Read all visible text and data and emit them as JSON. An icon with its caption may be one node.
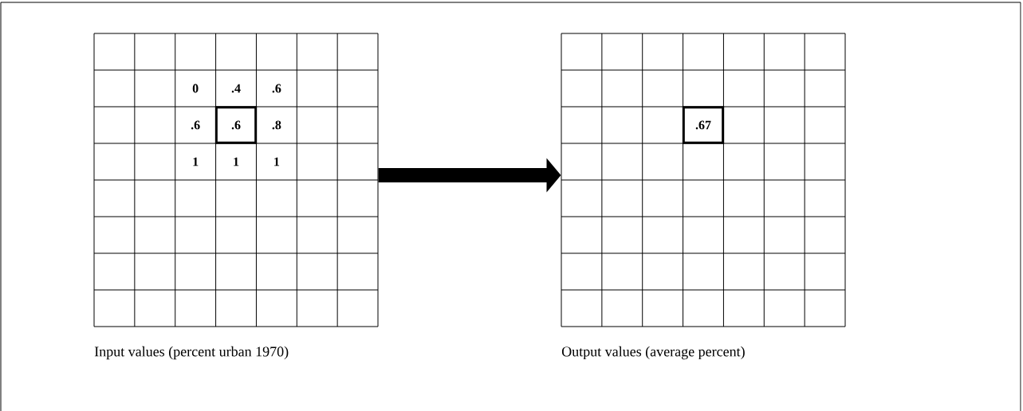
{
  "diagram": {
    "nodes": [
      {
        "text": [],
        "shape": "grid",
        "beside": [
          "Input values (percent urban 1970)"
        ]
      },
      {
        "text": [
          "0"
        ],
        "in": 0
      },
      {
        "text": [
          ".4"
        ],
        "in": 0
      },
      {
        "text": [
          ".6"
        ],
        "in": 0
      },
      {
        "text": [
          ".6"
        ],
        "in": 0
      },
      {
        "text": [
          ".6"
        ],
        "in": 0
      },
      {
        "text": [
          ".8"
        ],
        "in": 0
      },
      {
        "text": [
          "1"
        ],
        "in": 0
      },
      {
        "text": [
          "1"
        ],
        "in": 0
      },
      {
        "text": [
          "1"
        ],
        "in": 0
      },
      {
        "text": [],
        "shape": "grid",
        "beside": [
          "Output values (average percent)"
        ]
      },
      {
        "text": [
          ".67"
        ],
        "in": 10
      }
    ],
    "edges": [
      {
        "from": 0,
        "to": 10,
        "arrow": "to"
      }
    ]
  }
}
